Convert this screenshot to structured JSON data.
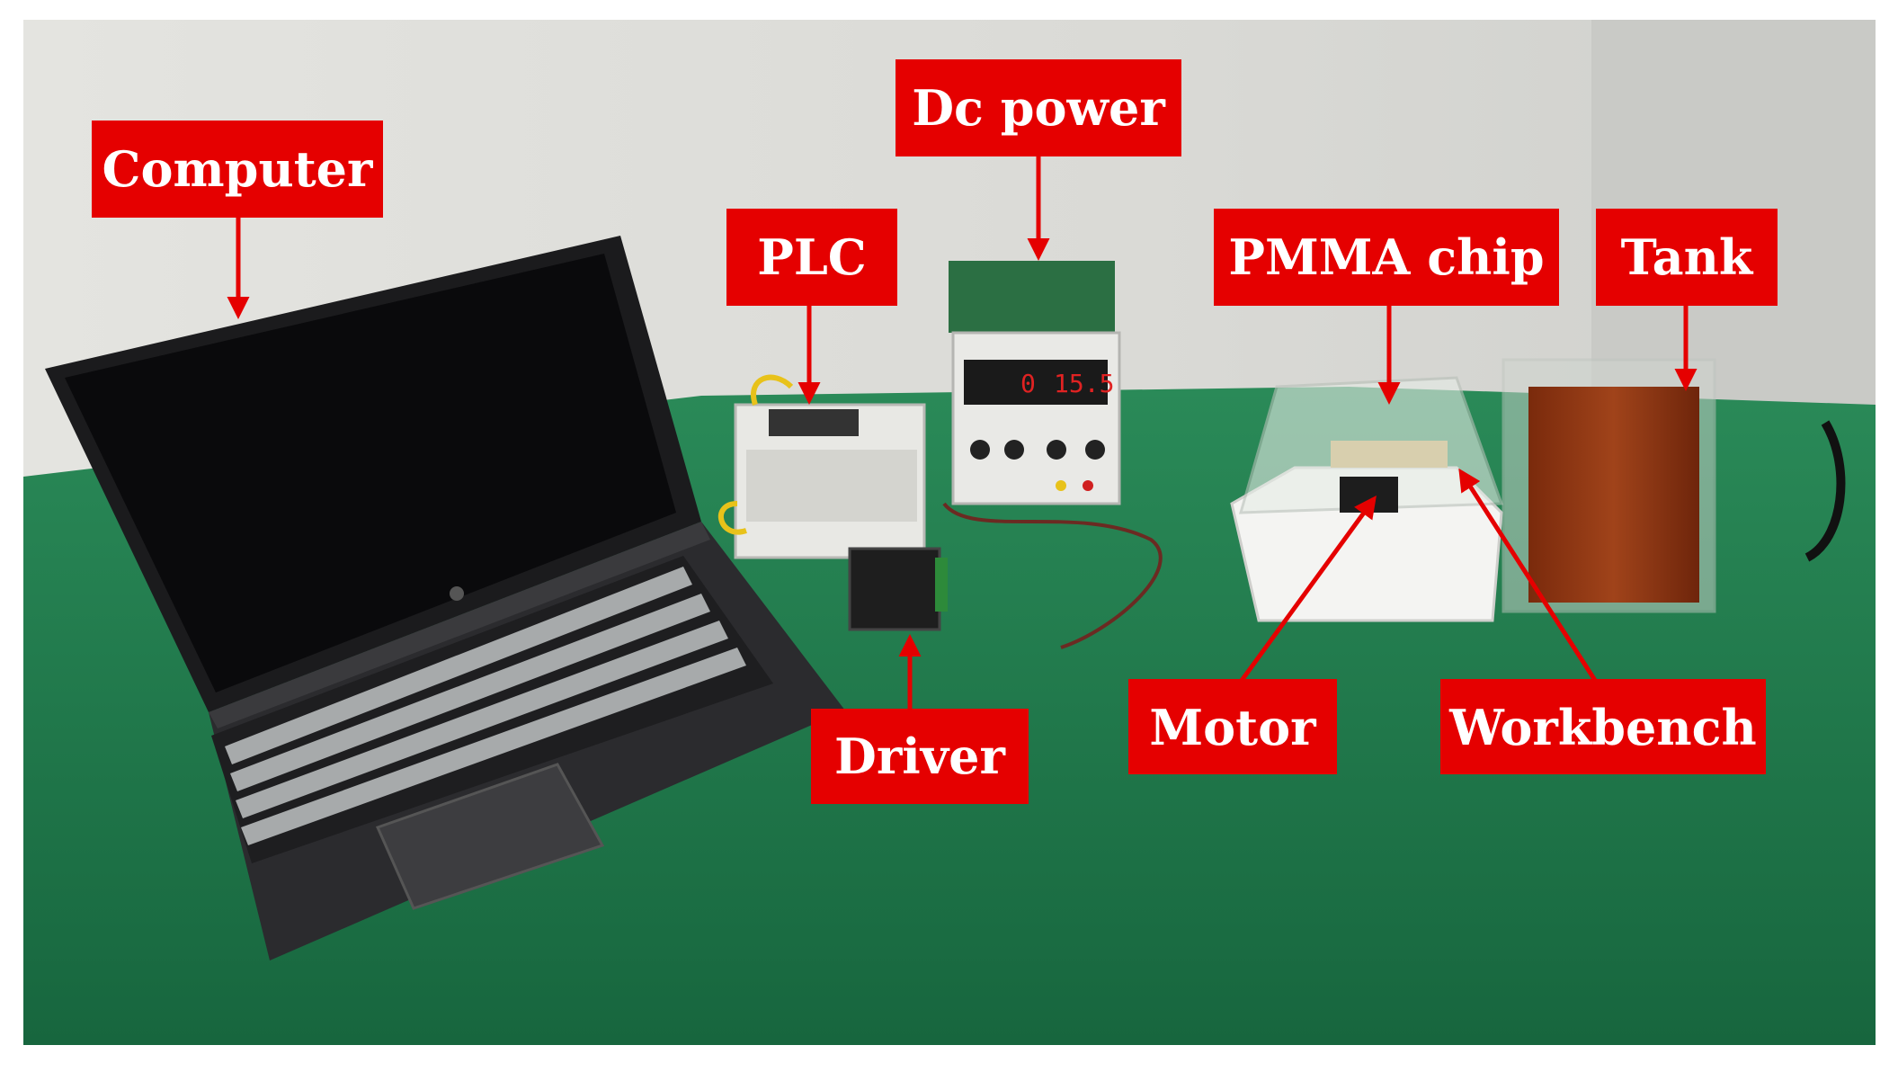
{
  "labels": {
    "computer": "Computer",
    "plc": "PLC",
    "dc_power": "Dc power",
    "pmma_chip": "PMMA chip",
    "tank": "Tank",
    "driver": "Driver",
    "motor": "Motor",
    "workbench": "Workbench"
  },
  "psu_display": {
    "left": "0",
    "right": "15.5"
  },
  "colors": {
    "label_bg": "#e50000",
    "arrow": "#e50000",
    "table": "#1e7a4c",
    "wall": "#dcdcd8",
    "tank_liquid": "#8a2e10"
  }
}
